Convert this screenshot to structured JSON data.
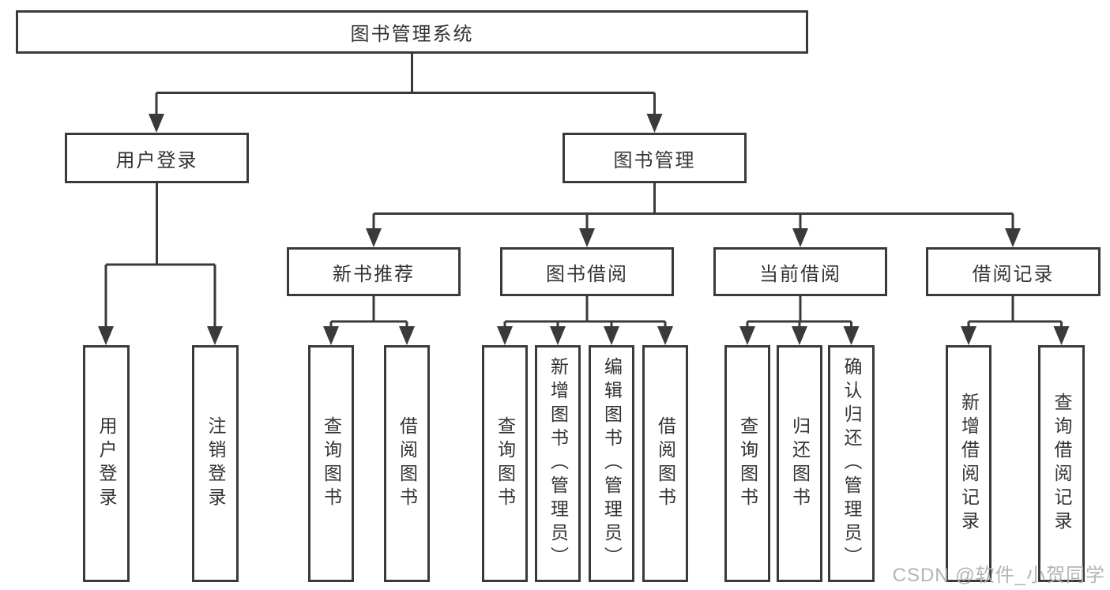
{
  "diagram": {
    "root": {
      "label": "图书管理系统"
    },
    "branches": [
      {
        "label": "用户登录",
        "children": [
          {
            "label": "用户登录"
          },
          {
            "label": "注销登录"
          }
        ]
      },
      {
        "label": "图书管理",
        "children": [
          {
            "label": "新书推荐",
            "children": [
              {
                "label": "查询图书"
              },
              {
                "label": "借阅图书"
              }
            ]
          },
          {
            "label": "图书借阅",
            "children": [
              {
                "label": "查询图书"
              },
              {
                "label": "新增图书（管理员）"
              },
              {
                "label": "编辑图书（管理员）"
              },
              {
                "label": "借阅图书"
              }
            ]
          },
          {
            "label": "当前借阅",
            "children": [
              {
                "label": "查询图书"
              },
              {
                "label": "归还图书"
              },
              {
                "label": "确认归还（管理员）"
              }
            ]
          },
          {
            "label": "借阅记录",
            "children": [
              {
                "label": "新增借阅记录"
              },
              {
                "label": "查询借阅记录"
              }
            ]
          }
        ]
      }
    ]
  },
  "watermark": {
    "text": "CSDN @软件_小贺同学"
  },
  "colors": {
    "line": "#3a3a3a",
    "box_border": "#3a3a3a",
    "text": "#333333",
    "watermark": "#b4b4b4",
    "background": "#ffffff"
  }
}
